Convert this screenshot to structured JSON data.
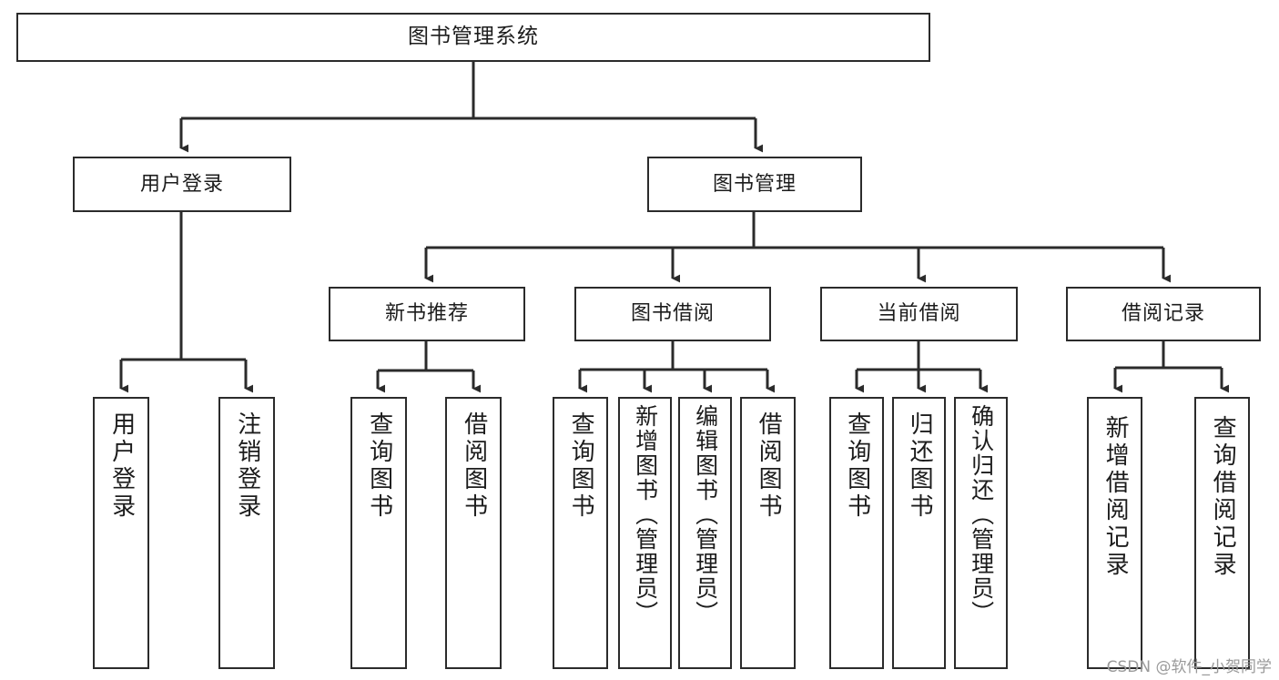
{
  "diagram": {
    "type": "tree",
    "title": "图书管理系统",
    "root": {
      "id": "root",
      "label": "图书管理系统"
    },
    "level2": [
      {
        "id": "user-login",
        "label": "用户登录"
      },
      {
        "id": "book-manage",
        "label": "图书管理"
      }
    ],
    "level3": [
      {
        "id": "new-book-rec",
        "label": "新书推荐"
      },
      {
        "id": "book-borrow",
        "label": "图书借阅"
      },
      {
        "id": "current-borrow",
        "label": "当前借阅"
      },
      {
        "id": "borrow-record",
        "label": "借阅记录"
      }
    ],
    "leaves": [
      {
        "id": "leaf-user-login",
        "label": "用户登录",
        "parent": "user-login"
      },
      {
        "id": "leaf-user-logout",
        "label": "注销登录",
        "parent": "user-login"
      },
      {
        "id": "leaf-query-book-1",
        "label": "查询图书",
        "parent": "new-book-rec"
      },
      {
        "id": "leaf-borrow-book-1",
        "label": "借阅图书",
        "parent": "new-book-rec"
      },
      {
        "id": "leaf-query-book-2",
        "label": "查询图书",
        "parent": "book-borrow"
      },
      {
        "id": "leaf-add-book",
        "label": "新增图书（管理员）",
        "parent": "book-borrow"
      },
      {
        "id": "leaf-edit-book",
        "label": "编辑图书（管理员）",
        "parent": "book-borrow"
      },
      {
        "id": "leaf-borrow-book-2",
        "label": "借阅图书",
        "parent": "book-borrow"
      },
      {
        "id": "leaf-query-book-3",
        "label": "查询图书",
        "parent": "current-borrow"
      },
      {
        "id": "leaf-return-book",
        "label": "归还图书",
        "parent": "current-borrow"
      },
      {
        "id": "leaf-confirm-return",
        "label": "确认归还（管理员）",
        "parent": "current-borrow"
      },
      {
        "id": "leaf-add-record",
        "label": "新增借阅记录",
        "parent": "borrow-record"
      },
      {
        "id": "leaf-query-record",
        "label": "查询借阅记录",
        "parent": "borrow-record"
      }
    ],
    "colors": {
      "stroke": "#2b2b2b",
      "fill": "#ffffff",
      "text": "#1c1c1c",
      "watermark": "#9a9a9a"
    }
  },
  "watermark": {
    "text": "CSDN @软件_小贺同学"
  }
}
